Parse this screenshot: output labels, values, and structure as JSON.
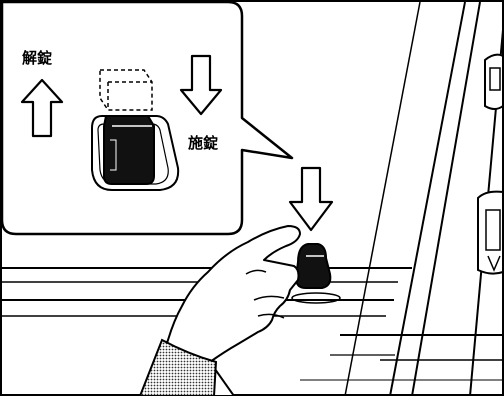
{
  "labels": {
    "unlock": "解錠",
    "lock": "施錠"
  },
  "colors": {
    "ink": "#000000",
    "paper": "#ffffff",
    "knob_dark": "#111111",
    "sleeve_hatch": "#555555"
  },
  "icons": {
    "unlock_arrow": "arrow-up-outline",
    "lock_arrow": "arrow-down-outline",
    "press_arrow": "arrow-down-outline"
  }
}
